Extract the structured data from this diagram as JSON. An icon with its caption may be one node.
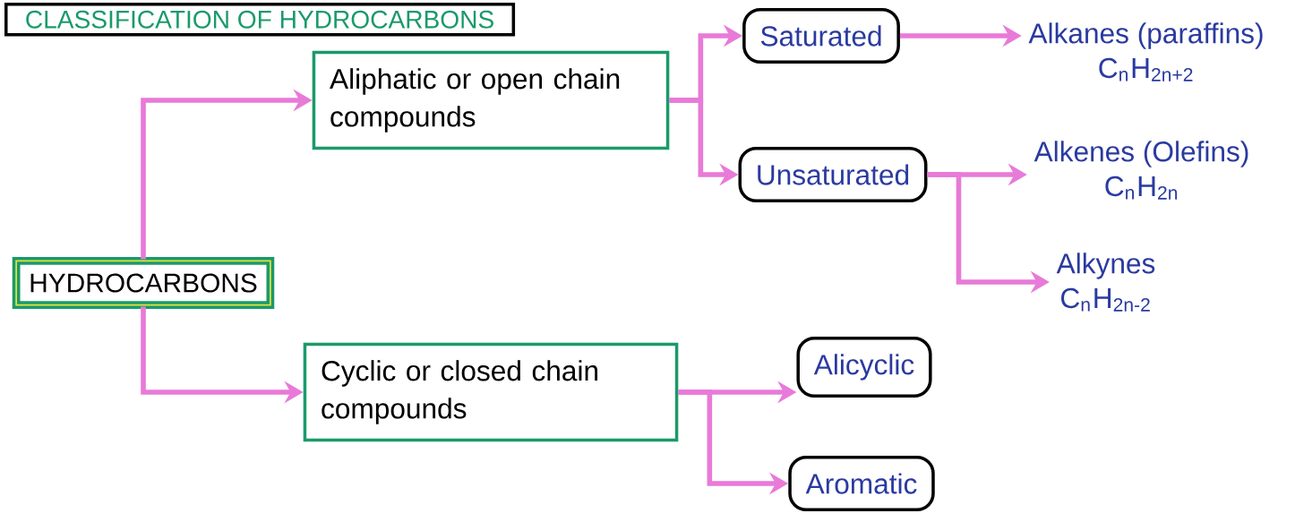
{
  "diagram": {
    "title": "CLASSIFICATION OF HYDROCARBONS",
    "nodes": [
      {
        "text": [
          "HYDROCARBONS"
        ]
      },
      {
        "text": [
          "Aliphatic or open chain compounds"
        ]
      },
      {
        "text": [
          "Cyclic or closed chain compounds"
        ]
      },
      {
        "text": [
          "Saturated"
        ]
      },
      {
        "text": [
          "Unsaturated"
        ]
      },
      {
        "text": [
          "Alicyclic"
        ]
      },
      {
        "text": [
          "Aromatic"
        ]
      },
      {
        "text": [
          "Alkanes (paraffins)",
          "C$_{n}$H$_{2n+2}$"
        ]
      },
      {
        "text": [
          "Alkenes (Olefins)",
          "C$_{n}$H$_{2n}$"
        ]
      },
      {
        "text": [
          "Alkynes",
          "C$_{n}$H$_{2n-2}$"
        ]
      }
    ],
    "edges": [
      {
        "from": 0,
        "to": 1,
        "arrow": "to"
      },
      {
        "from": 0,
        "to": 2,
        "arrow": "to"
      },
      {
        "from": 1,
        "to": 3,
        "arrow": "to"
      },
      {
        "from": 1,
        "to": 4,
        "arrow": "to"
      },
      {
        "from": 3,
        "to": 7,
        "arrow": "to"
      },
      {
        "from": 4,
        "to": 8,
        "arrow": "to"
      },
      {
        "from": 4,
        "to": 9,
        "arrow": "to"
      },
      {
        "from": 2,
        "to": 5,
        "arrow": "to"
      },
      {
        "from": 2,
        "to": 6,
        "arrow": "to"
      }
    ]
  }
}
